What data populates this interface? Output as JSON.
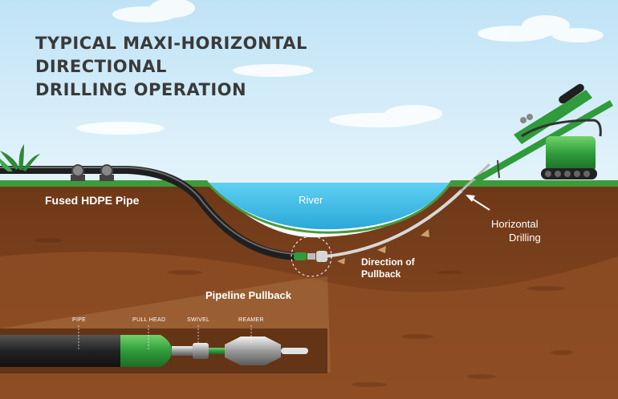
{
  "title": {
    "line1": "TYPICAL MAXI-HORIZONTAL",
    "line2": "DIRECTIONAL",
    "line3": "DRILLING OPERATION"
  },
  "labels": {
    "fused_pipe": "Fused HDPE Pipe",
    "river": "River",
    "horizontal_line1": "Horizontal",
    "horizontal_line2": "Drilling",
    "direction_line1": "Direction of",
    "direction_line2": "Pullback",
    "pullback": "Pipeline Pullback"
  },
  "detail_labels": {
    "pipe": "PIPE",
    "pull_head": "PULL HEAD",
    "swivel": "SWIVEL",
    "reamer": "REAMER"
  },
  "colors": {
    "sky": "#cfe9f7",
    "grass": "#3f9b3a",
    "soil_dark": "#6b3516",
    "soil_mid": "#8a4a21",
    "river": "#4cc3ea",
    "drill_green": "#2f9b3b",
    "pipe_black": "#2b2b2b",
    "title_text": "#3a3a3a"
  },
  "icons": [
    "plant-icon",
    "pipe-roller-icon",
    "drill-rig-icon",
    "arrow-icon"
  ]
}
